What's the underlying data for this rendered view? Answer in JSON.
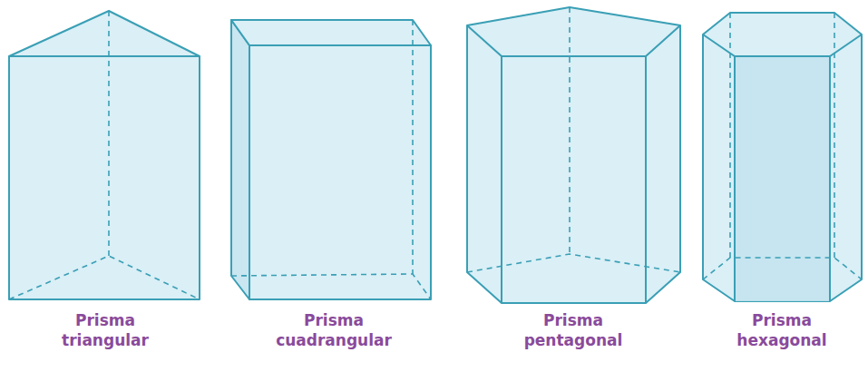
{
  "diagram": {
    "labels": [
      "Prisma triangular",
      "Prisma cuadrangular",
      "Prisma pentagonal",
      "Prisma hexagonal"
    ]
  }
}
